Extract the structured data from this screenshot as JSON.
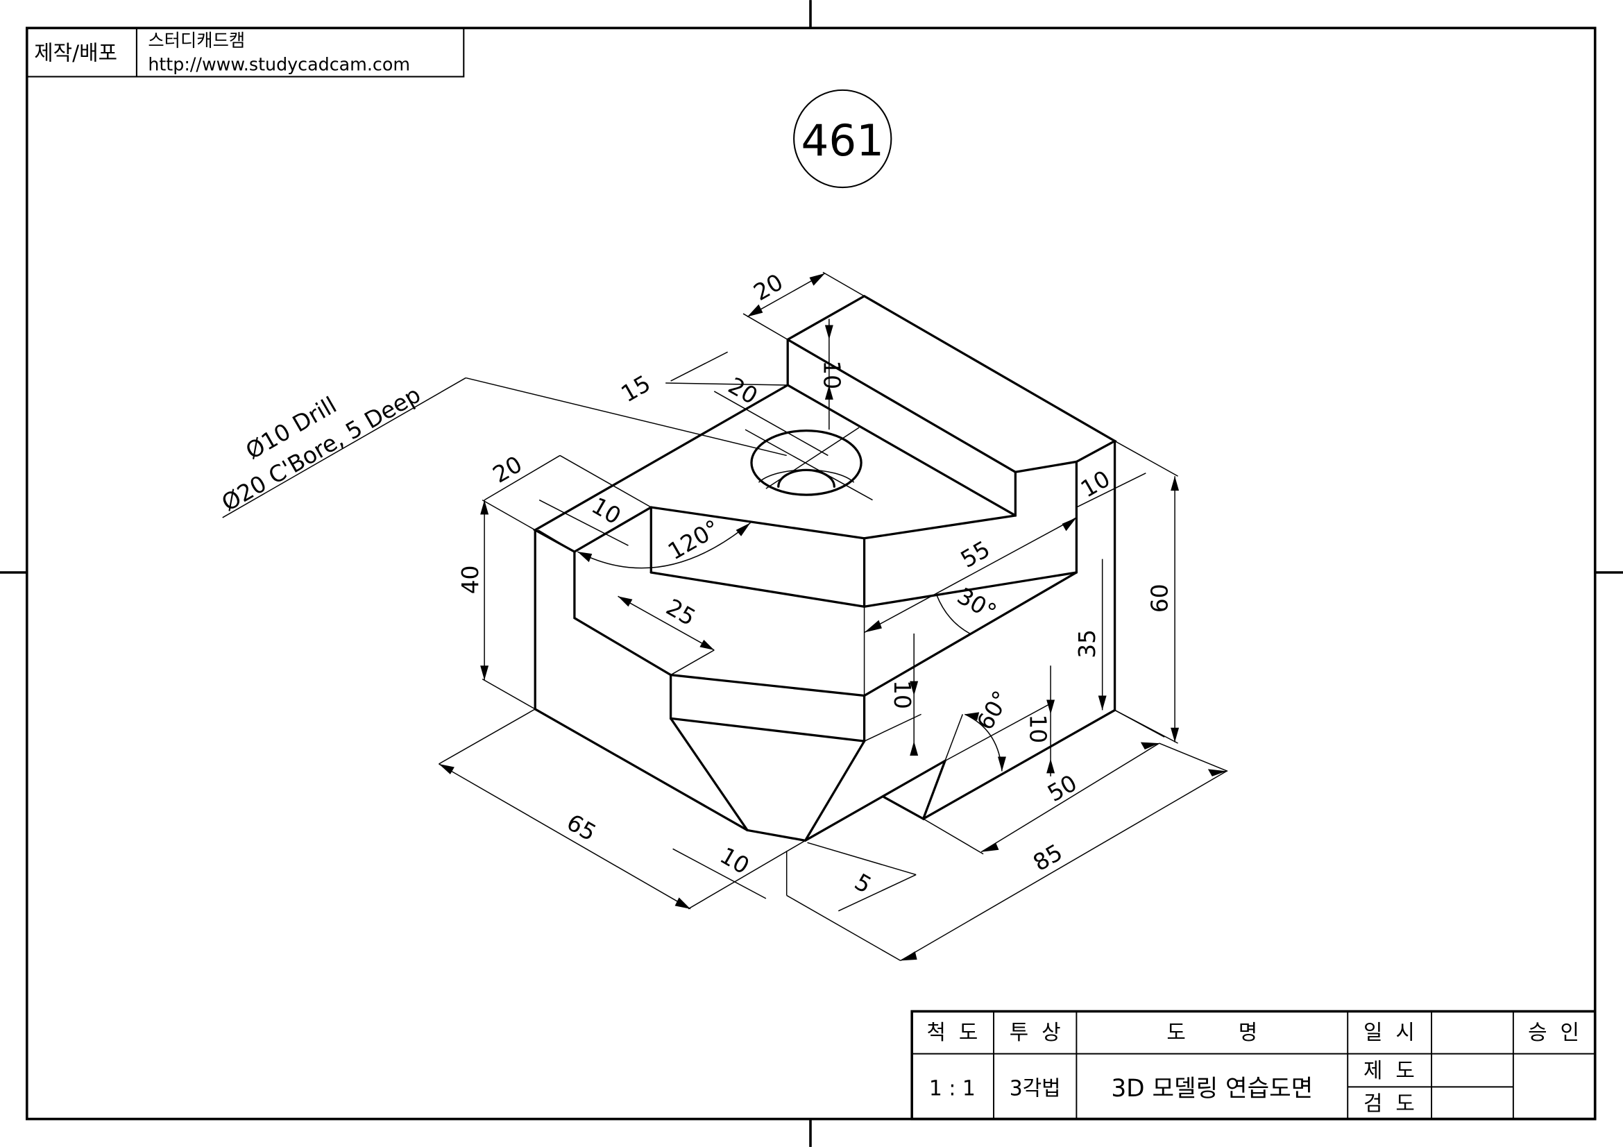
{
  "header": {
    "label": "제작/배포",
    "company": "스터디캐드캠",
    "url": "http://www.studycadcam.com"
  },
  "drawing_number": "461",
  "callout": {
    "line1": "Ø10 Drill",
    "line2": "Ø20 C'Bore, 5 Deep"
  },
  "dimensions": {
    "top_width": "20",
    "top_height": "10",
    "hole_x": "15",
    "hole_y": "20",
    "left_width": "20",
    "left_step": "10",
    "angle_120": "120°",
    "left_height": "40",
    "length_55": "55",
    "right_step": "10",
    "total_height": "60",
    "angle_30": "30°",
    "depth_25": "25",
    "height_35": "35",
    "mid_10": "10",
    "angle_60": "60°",
    "notch_10": "10",
    "width_50": "50",
    "length_85": "85",
    "width_65": "65",
    "bottom_10": "10",
    "bottom_5": "5"
  },
  "title_block": {
    "scale_label": "척  도",
    "projection_label": "투  상",
    "name_label": "도        명",
    "date_label": "일  시",
    "approval_label": "승  인",
    "scale": "1 : 1",
    "projection": "3각법",
    "title": "3D 모델링 연습도면",
    "drafted_label": "제  도",
    "checked_label": "검  도"
  }
}
